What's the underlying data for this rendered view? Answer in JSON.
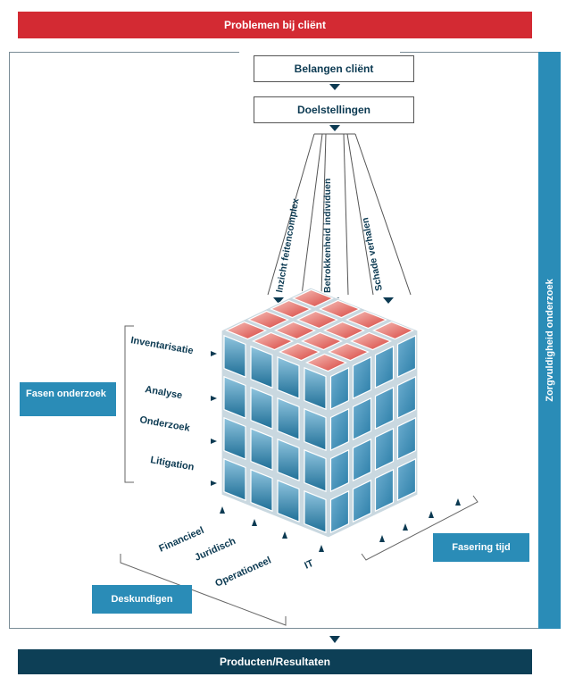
{
  "header": {
    "title": "Problemen bij cliënt"
  },
  "footer": {
    "title": "Producten/Resultaten"
  },
  "side": {
    "label": "Zorgvuldigheid onderzoek"
  },
  "flow": {
    "step1": "Belangen cliënt",
    "step2": "Doelstellingen"
  },
  "aspects": [
    "Inzicht feitencomplex",
    "Betrokkenheid individuen",
    "Schade verhalen"
  ],
  "phases": {
    "title": "Fasen onderzoek",
    "items": [
      "Inventarisatie",
      "Analyse",
      "Onderzoek",
      "Litigation"
    ]
  },
  "experts": {
    "title": "Deskundigen",
    "items": [
      "Financieel",
      "Juridisch",
      "Operationeel",
      "IT"
    ]
  },
  "timing": {
    "title": "Fasering tijd"
  },
  "colors": {
    "red": "#d32a33",
    "navy": "#0d3f56",
    "blue": "#2a8cb7",
    "text_dark": "#0c3a52"
  }
}
